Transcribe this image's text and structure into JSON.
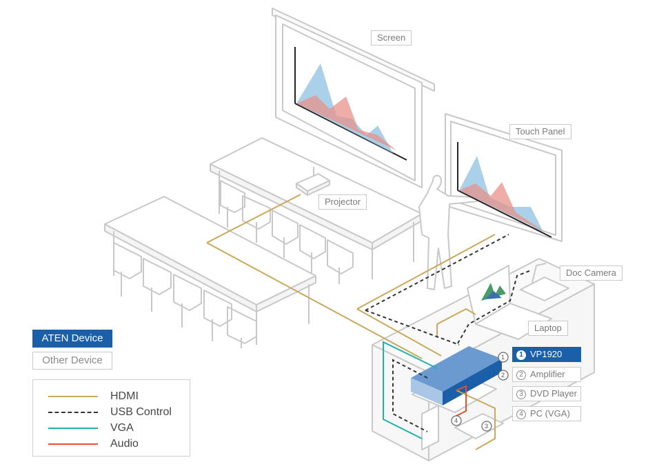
{
  "labels": {
    "screen": "Screen",
    "touch_panel": "Touch Panel",
    "projector": "Projector",
    "doc_camera": "Doc Camera",
    "laptop": "Laptop"
  },
  "device_kinds": {
    "aten": "ATEN Device",
    "other": "Other Device"
  },
  "legend": {
    "hdmi": "HDMI",
    "usb": "USB Control",
    "vga": "VGA",
    "audio": "Audio"
  },
  "devices": [
    {
      "num": "1",
      "label": "VP1920",
      "aten": true
    },
    {
      "num": "2",
      "label": "Amplifier",
      "aten": false
    },
    {
      "num": "3",
      "label": "DVD Player",
      "aten": false
    },
    {
      "num": "4",
      "label": "PC (VGA)",
      "aten": false
    }
  ],
  "colors": {
    "hdmi": "#c9a85a",
    "usb": "#333333",
    "vga": "#1fb3a8",
    "audio": "#e1542a",
    "aten": "#1b5fa8",
    "outline": "#c8c8c8"
  }
}
